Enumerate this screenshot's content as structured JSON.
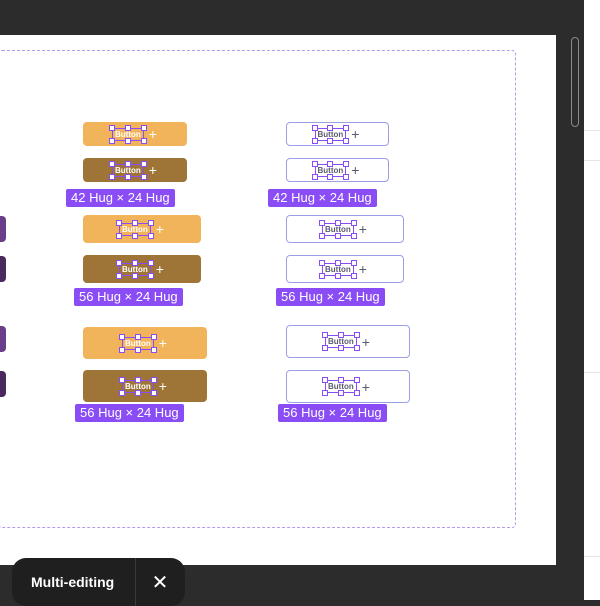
{
  "buttons": {
    "label": "Button",
    "plus_icon": "plus-icon"
  },
  "badges": {
    "g1_left": "42 Hug × 24 Hug",
    "g1_right": "42 Hug × 24 Hug",
    "g2_left": "56 Hug × 24 Hug",
    "g2_right": "56 Hug × 24 Hug",
    "g3_left": "56 Hug × 24 Hug",
    "g3_right": "56 Hug × 24 Hug"
  },
  "toolbar": {
    "label": "Multi-editing",
    "close_icon": "close-icon"
  },
  "colors": {
    "accent": "#8a4cf5",
    "button_light": "#f2b45a",
    "button_dark": "#9e7437",
    "outline_border": "#9b9fe6"
  }
}
